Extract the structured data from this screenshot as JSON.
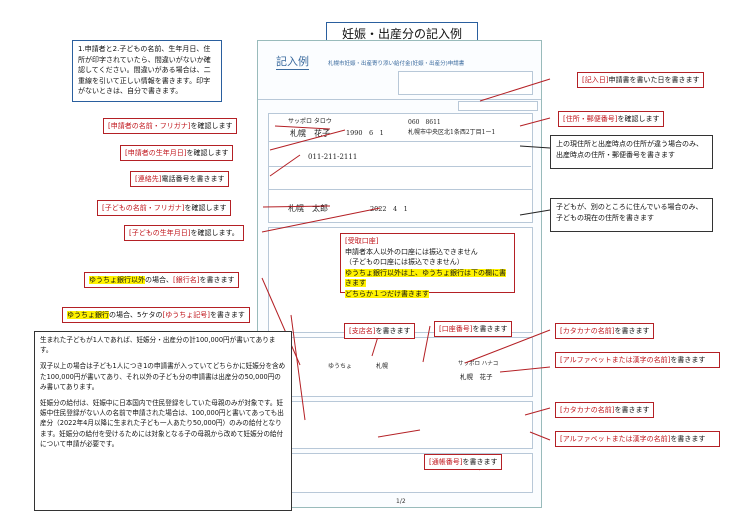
{
  "title": "妊娠・出産分の記入例",
  "form": {
    "kinyu": "記入例",
    "header_small": "札幌市妊娠・出産寄り添い給付金(妊娠・出産分)申請書",
    "applicant_name_kana": "サッポロ タロウ",
    "applicant_name": "札幌　花子",
    "applicant_birth": "1990　6　1",
    "applicant_zip": "060　8611",
    "applicant_address": "札幌市中央区北1条西2丁目1ー1",
    "applicant_phone": "011-211-2111",
    "child_name": "札幌　太郎",
    "child_birth": "2022　4　1",
    "bank_name": "ゆうちょ",
    "branch_name": "札幌",
    "holder_kana": "サッポロ ハナコ",
    "holder_name": "札幌　花子",
    "page": "1/2"
  },
  "notes": {
    "top_left": "1.申請者と2.子どもの名前、生年月日、住所が印字されていたら、間違いがないか確認してください。間違いがある場合は、二重線を引いて正しい情報を書きます。印字がないときは、自分で書きます。",
    "bottom_left_1": "生まれた子どもが1人であれば、妊娠分・出産分の計100,000円が書いてあります。",
    "bottom_left_2": "双子以上の場合は子ども1人につき1の申請書が入っていてどちらかに妊娠分を含めた100,000円が書いてあり、それ以外の子ども分の申請書は出産分の50,000円のみ書いてあります。",
    "bottom_left_3": "妊娠分の給付は、妊娠中に日本国内で住民登録をしていた母親のみが対象です。妊娠中住民登録がない人の名前で申請された場合は、100,000円と書いてあっても出産分（2022年4月以降に生まれた子ども一人あたり50,000円）のみの給付となります。妊娠分の給付を受けるためには対象となる子の母親から改めて妊娠分の給付について申請が必要です。",
    "right_address_diff": "上の現住所と出産時点の住所が違う場合のみ、出産時点の住所・郵便番号を書きます",
    "right_child_addr": "子どもが、別のところに住んでいる場合のみ、子どもの現在の住所を書きます"
  },
  "callouts": {
    "date": {
      "tag": "[記入日]",
      "text": "申請書を書いた日を書きます"
    },
    "address": {
      "tag": "[住所・郵便番号]",
      "text": "を確認します"
    },
    "applicant_name": {
      "tag": "[申請者の名前・フリガナ]",
      "text": "を確認します"
    },
    "applicant_birth": {
      "tag": "[申請者の生年月日]",
      "text": "を確認します"
    },
    "phone": {
      "tag": "[連絡先]",
      "text": "電話番号を書きます"
    },
    "child_name": {
      "tag": "[子どもの名前・フリガナ]",
      "text": "を確認します"
    },
    "child_birth": {
      "tag": "[子どもの生年月日]",
      "text": "を確認します。"
    },
    "yucho_other": {
      "hl": "ゆうちょ銀行以外",
      "mid": "の場合、",
      "tag": "[銀行名]",
      "text": "を書きます"
    },
    "yucho": {
      "hl": "ゆうちょ銀行",
      "mid": "の場合、5ケタの",
      "tag": "[ゆうちょ記号]",
      "text": "を書きます"
    },
    "branch": {
      "tag": "[支店名]",
      "text": "を書きます"
    },
    "account_no": {
      "tag": "[口座番号]",
      "text": "を書きます"
    },
    "kana_1": {
      "tag": "[カタカナの名前]",
      "text": "を書きます"
    },
    "alpha_1": {
      "tag": "[アルファベットまたは漢字の名前]",
      "text": "を書きます"
    },
    "kana_2": {
      "tag": "[カタカナの名前]",
      "text": "を書きます"
    },
    "alpha_2": {
      "tag": "[アルファベットまたは漢字の名前]",
      "text": "を書きます"
    },
    "passbook": {
      "tag": "[通帳番号]",
      "text": "を書きます"
    }
  },
  "receipt": {
    "tag": "[受取口座]",
    "line1": "申請者本人以外の口座には振込できません",
    "line2": "（子どもの口座には振込できません）",
    "line3": "ゆうちょ銀行以外は上、ゆうちょ銀行は下の欄に書きます",
    "line4": "どちらか１つだけ書きます"
  }
}
